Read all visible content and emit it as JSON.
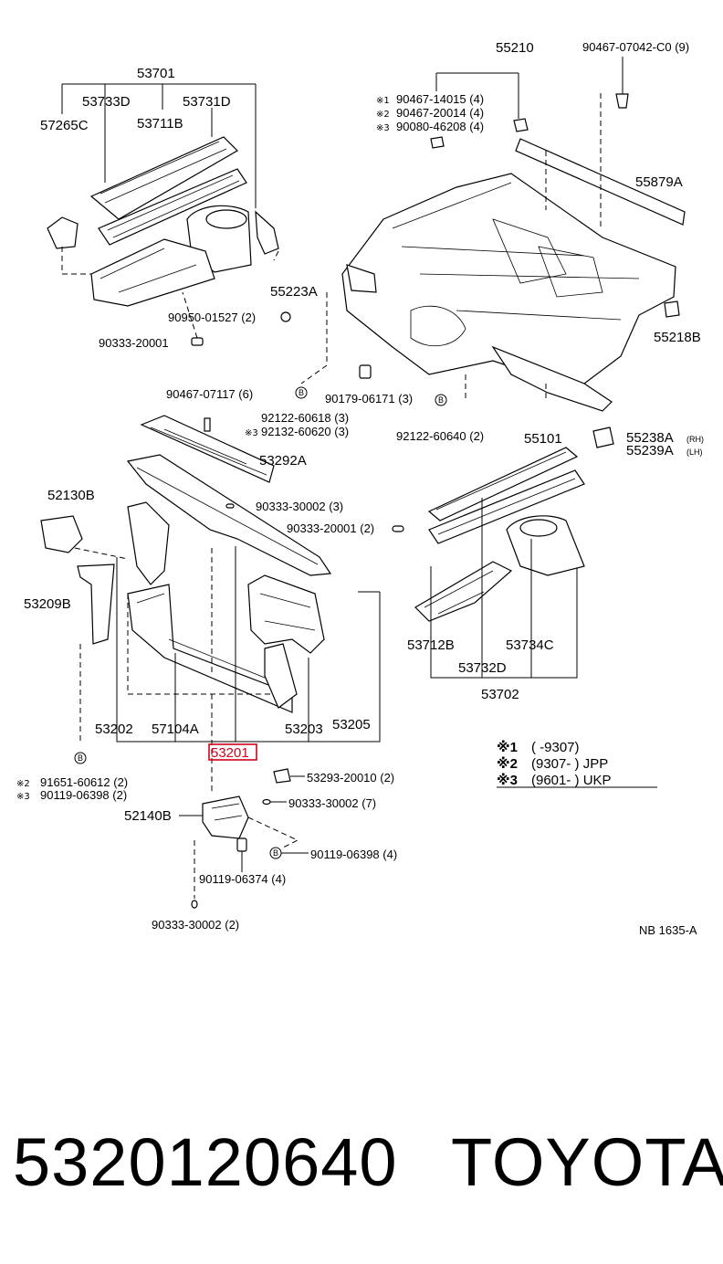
{
  "diagram": {
    "labels": {
      "p53701": "53701",
      "p53733D": "53733D",
      "p53731D": "53731D",
      "p57265C": "57265C",
      "p53711B": "53711B",
      "p90950": "90950-01527 (2)",
      "p90333_20001_a": "90333-20001",
      "p55210": "55210",
      "p90467_07042": "90467-07042-C0 (9)",
      "p90467_14015": "90467-14015 (4)",
      "p90467_20014": "90467-20014 (4)",
      "p90080_46208": "90080-46208 (4)",
      "p55879A": "55879A",
      "p55223A": "55223A",
      "p55218B": "55218B",
      "p90467_07117": "90467-07117 (6)",
      "p90179": "90179-06171 (3)",
      "p92122_60618": "92122-60618 (3)",
      "p92132_60620": "92132-60620 (3)",
      "p92122_60640": "92122-60640 (2)",
      "p55101": "55101",
      "p55238A": "55238A",
      "p55238A_side": "(RH)",
      "p55239A": "55239A",
      "p55239A_side": "(LH)",
      "p53292A": "53292A",
      "p52130B": "52130B",
      "p90333_30002_3": "90333-30002 (3)",
      "p90333_20001_b": "90333-20001 (2)",
      "p53209B": "53209B",
      "p53712B": "53712B",
      "p53734C": "53734C",
      "p53732D": "53732D",
      "p53702": "53702",
      "p53202": "53202",
      "p57104A": "57104A",
      "p53203": "53203",
      "p53205": "53205",
      "p53201": "53201",
      "p91651": "91651-60612 (2)",
      "p90119_06398_2": "90119-06398 (2)",
      "p53293": "53293-20010 (2)",
      "p90333_30002_7": "90333-30002 (7)",
      "p52140B": "52140B",
      "p90119_06398_4": "90119-06398 (4)",
      "p90119_06374": "90119-06374 (4)",
      "p90333_30002_2": "90333-30002 (2)",
      "b_mark": "B",
      "note1_key": "※1",
      "note1_val": "(        -9307)",
      "note2_key": "※2",
      "note2_val": "(9307-          ) JPP",
      "note3_key": "※3",
      "note3_val": "(9601-          ) UKP",
      "m1": "※1",
      "m2": "※2",
      "m3": "※3",
      "ref": "NB 1635-A"
    },
    "highlight_color": "#d0021b"
  },
  "caption": {
    "part_number": "5320120640",
    "brand": "TOYOTA"
  }
}
